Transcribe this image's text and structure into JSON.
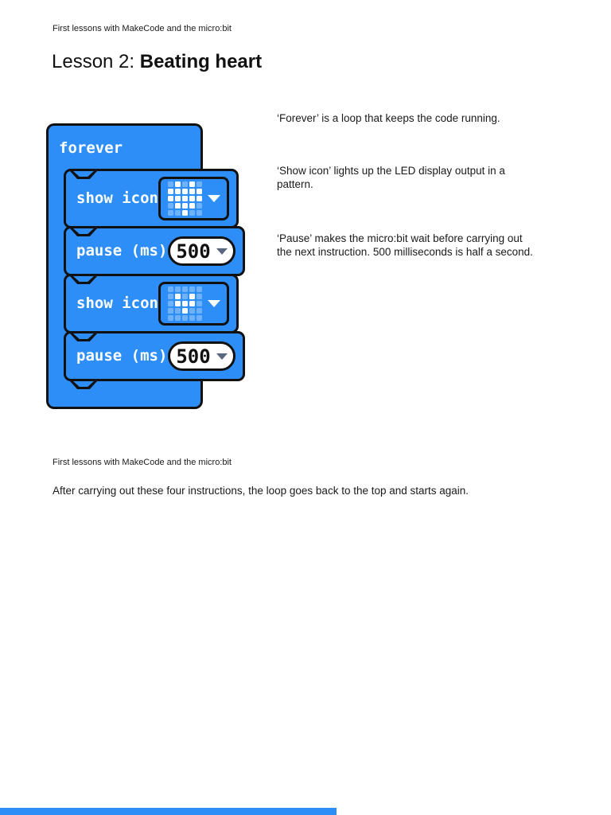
{
  "page": {
    "meta_line": "First lessons with MakeCode and the micro:bit",
    "title_prefix": "Lesson 2: ",
    "title_emphasis": "Beating heart",
    "meta_line_2": "First lessons with MakeCode and the micro:bit",
    "closing_text": "After carrying out these four instructions, the loop goes back to the top and starts again."
  },
  "annotations": [
    {
      "lines": [
        "‘Forever’ is a loop that keeps the code running."
      ]
    },
    {
      "lines": [
        "‘Show icon’ lights up the LED display output in a",
        "pattern."
      ]
    },
    {
      "lines": [
        "‘Pause’ makes the micro:bit wait before carrying out",
        "the next instruction. 500 milliseconds is half a second."
      ]
    }
  ],
  "blocks": {
    "forever_label": "forever",
    "show_icon_label": "show icon",
    "pause_label": "pause (ms)",
    "pause_value_1": "500",
    "pause_value_2": "500",
    "colors": {
      "block_blue": "#2d8ef7",
      "outline": "#111111",
      "led_bright": "#ffffff",
      "led_dim": "rgba(255,255,255,0.32)",
      "dropdown_dark": "#59677f"
    },
    "led_patterns": {
      "big_heart": [
        [
          0,
          1,
          0,
          1,
          0
        ],
        [
          1,
          1,
          1,
          1,
          1
        ],
        [
          1,
          1,
          1,
          1,
          1
        ],
        [
          0,
          1,
          1,
          1,
          0
        ],
        [
          0,
          0,
          1,
          0,
          0
        ]
      ],
      "small_heart": [
        [
          0,
          0,
          0,
          0,
          0
        ],
        [
          0,
          1,
          0,
          1,
          0
        ],
        [
          0,
          1,
          1,
          1,
          0
        ],
        [
          0,
          0,
          1,
          0,
          0
        ],
        [
          0,
          0,
          0,
          0,
          0
        ]
      ]
    }
  }
}
